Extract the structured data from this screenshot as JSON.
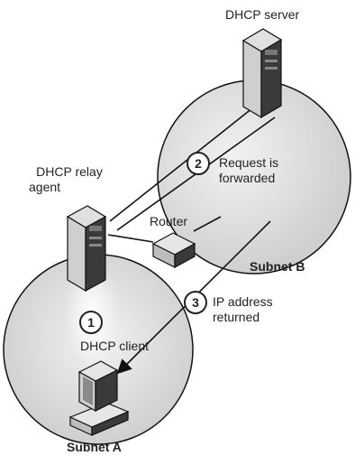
{
  "labels": {
    "dhcp_server": "DHCP server",
    "relay_agent_line1": "DHCP relay",
    "relay_agent_line2": "agent",
    "router": "Router",
    "subnet_b": "Subnet B",
    "subnet_a": "Subnet A",
    "dhcp_client": "DHCP client",
    "step2_line1": "Request is",
    "step2_line2": "forwarded",
    "step3_line1": "IP address",
    "step3_line2": "returned"
  },
  "steps": [
    {
      "number": "1"
    },
    {
      "number": "2"
    },
    {
      "number": "3"
    }
  ],
  "colors": {
    "subnet_fill": "#d9d9d9",
    "subnet_stroke": "#111111",
    "device_dark": "#333333",
    "device_light": "#cfcfcf",
    "line": "#111111"
  }
}
